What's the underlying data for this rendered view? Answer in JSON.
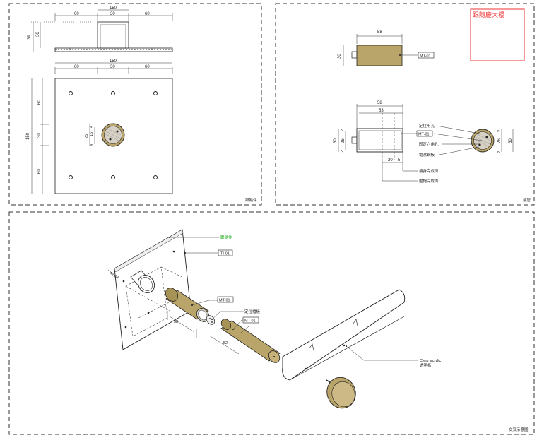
{
  "panels": {
    "top_left": {
      "caption": "跟隨件"
    },
    "top_right": {
      "caption": "鍍管",
      "stamp_text": "跟隨慶大樓"
    },
    "bottom": {
      "caption": "交叉示意圖"
    }
  },
  "top_left": {
    "elev_dims": {
      "total": "150",
      "left": "60",
      "center": "30",
      "right": "60",
      "height_outer": "39",
      "height_inner": "36"
    },
    "plan_dims": {
      "total": "150",
      "left": "60",
      "center": "30",
      "right": "60",
      "side_total": "150",
      "side_top": "60",
      "side_mid": "30",
      "side_bot": "60",
      "hole_a": "26",
      "hole_b": "4",
      "hole_c": "16",
      "hole_d": "4"
    }
  },
  "top_right": {
    "tube_dims": {
      "length": "58",
      "height": "30"
    },
    "tag": "MT-01",
    "section_dims": {
      "length": "58",
      "inner": "53",
      "h_outer": "30",
      "h_inner": "26",
      "h_a": "2",
      "h_b": "2",
      "seg_a": "20",
      "seg_b": "5",
      "end_outer": "30",
      "end_inner": "26",
      "end_a": "2",
      "end_b": "2"
    },
    "callouts": [
      "定位用孔",
      "MT-01",
      "固定六角孔",
      "電濕鋼板"
    ],
    "bottom_notes": [
      "鍍身完成面",
      "壓帽完成面"
    ]
  },
  "bottom": {
    "tags": {
      "follower": "跟隨件",
      "ti": "TI-01",
      "mt_a": "MT-01",
      "mt_b": "MT-01",
      "locator": "定位擋板"
    },
    "dims": {
      "a": "58",
      "b": "52",
      "c": "42.38"
    },
    "acrylic": {
      "en": "Clear acrylic",
      "zh": "透明板"
    }
  }
}
